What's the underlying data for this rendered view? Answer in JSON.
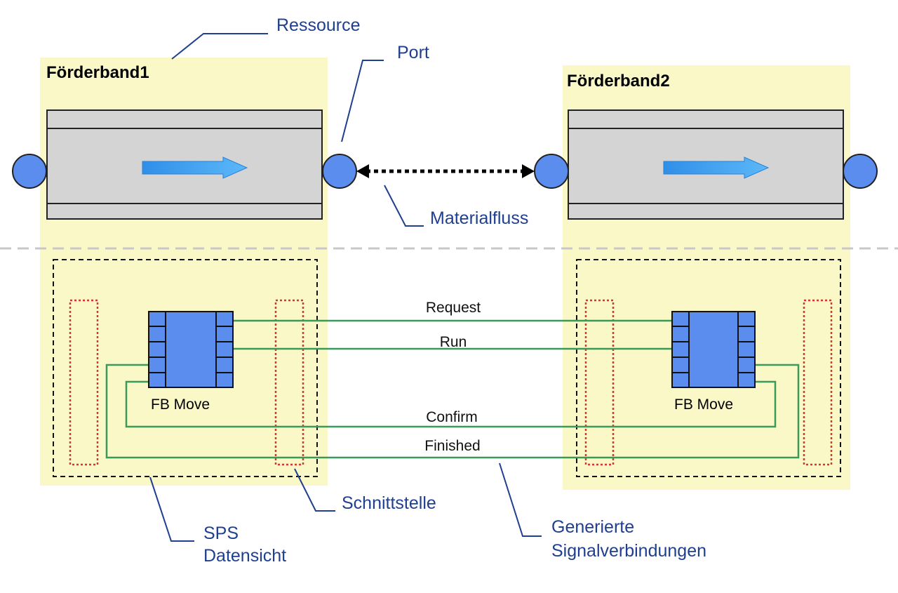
{
  "resources": {
    "left_title": "Förderband1",
    "right_title": "Förderband2"
  },
  "function_blocks": {
    "left_label": "FB Move",
    "right_label": "FB Move"
  },
  "signals": {
    "request": "Request",
    "run": "Run",
    "confirm": "Confirm",
    "finished": "Finished"
  },
  "callouts": {
    "ressource": "Ressource",
    "port": "Port",
    "materialfluss": "Materialfluss",
    "schnittstelle": "Schnittstelle",
    "sps_line1": "SPS",
    "sps_line2": "Datensicht",
    "generiert_line1": "Generierte",
    "generiert_line2": "Signalverbindungen"
  },
  "colors": {
    "resource_bg": "#fbf8c8",
    "belt_gray": "#d4d4d4",
    "port_blue": "#5b8def",
    "arrow_blue": "#3aa0f0",
    "fb_blue": "#5b8def",
    "wire_green": "#3a9a5a",
    "interface_red": "#e03030",
    "callout_blue": "#1f3f8f"
  }
}
